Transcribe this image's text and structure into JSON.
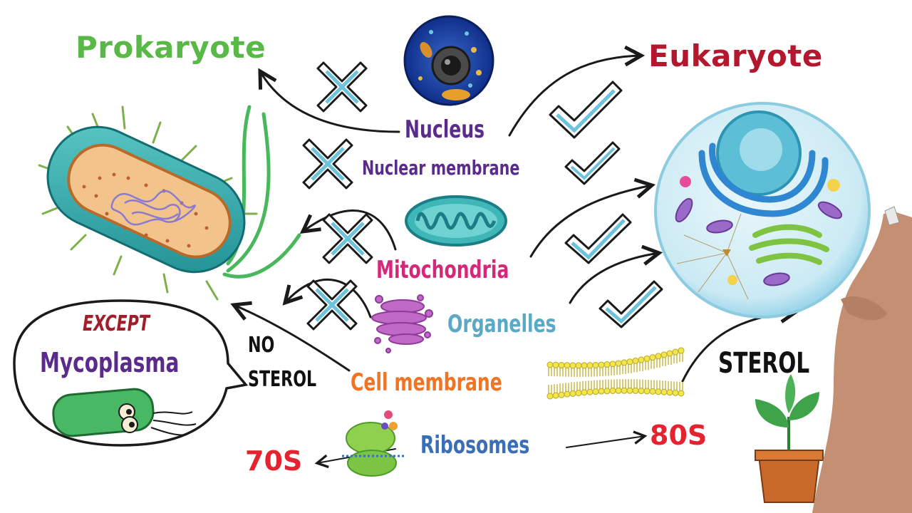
{
  "titles": {
    "prokaryote": "Prokaryote",
    "eukaryote": "Eukaryote"
  },
  "features": [
    {
      "label": "Nucleus",
      "prokaryote": "absent",
      "eukaryote": "present",
      "color": "#5b2b8c"
    },
    {
      "label": "Nuclear membrane",
      "prokaryote": "absent",
      "eukaryote": "present",
      "color": "#5b2b8c"
    },
    {
      "label": "Mitochondria",
      "prokaryote": "absent",
      "eukaryote": "present",
      "color": "#d6287a"
    },
    {
      "label": "Organelles",
      "prokaryote": "absent",
      "eukaryote": "present",
      "color": "#5aa9c9"
    },
    {
      "label": "Cell membrane",
      "prokaryote": "NO STEROL",
      "eukaryote": "STEROL",
      "color": "#f07424"
    },
    {
      "label": "Ribosomes",
      "prokaryote": "70S",
      "eukaryote": "80S",
      "color": "#3a6fb7"
    }
  ],
  "notes": {
    "no_sterol_line1": "NO",
    "no_sterol_line2": "STEROL",
    "sterol": "STEROL",
    "prok_ribosome": "70S",
    "euk_ribosome": "80S"
  },
  "exception": {
    "except_label": "EXCEPT",
    "organism": "Mycoplasma"
  },
  "colors": {
    "prokaryote_title": "#58b947",
    "eukaryote_title": "#b3182e",
    "cross": "#6ec3dc",
    "check": "#6ec3dc",
    "except": "#a11d2a",
    "ribosome_value": "#e52330"
  },
  "icons": [
    "cross-icon",
    "check-icon",
    "bacterium",
    "animal-cell",
    "nucleus-image",
    "mitochondrion-image",
    "golgi-image",
    "lipid-bilayer",
    "ribosome-image",
    "plant-icon",
    "hand-with-marker"
  ]
}
